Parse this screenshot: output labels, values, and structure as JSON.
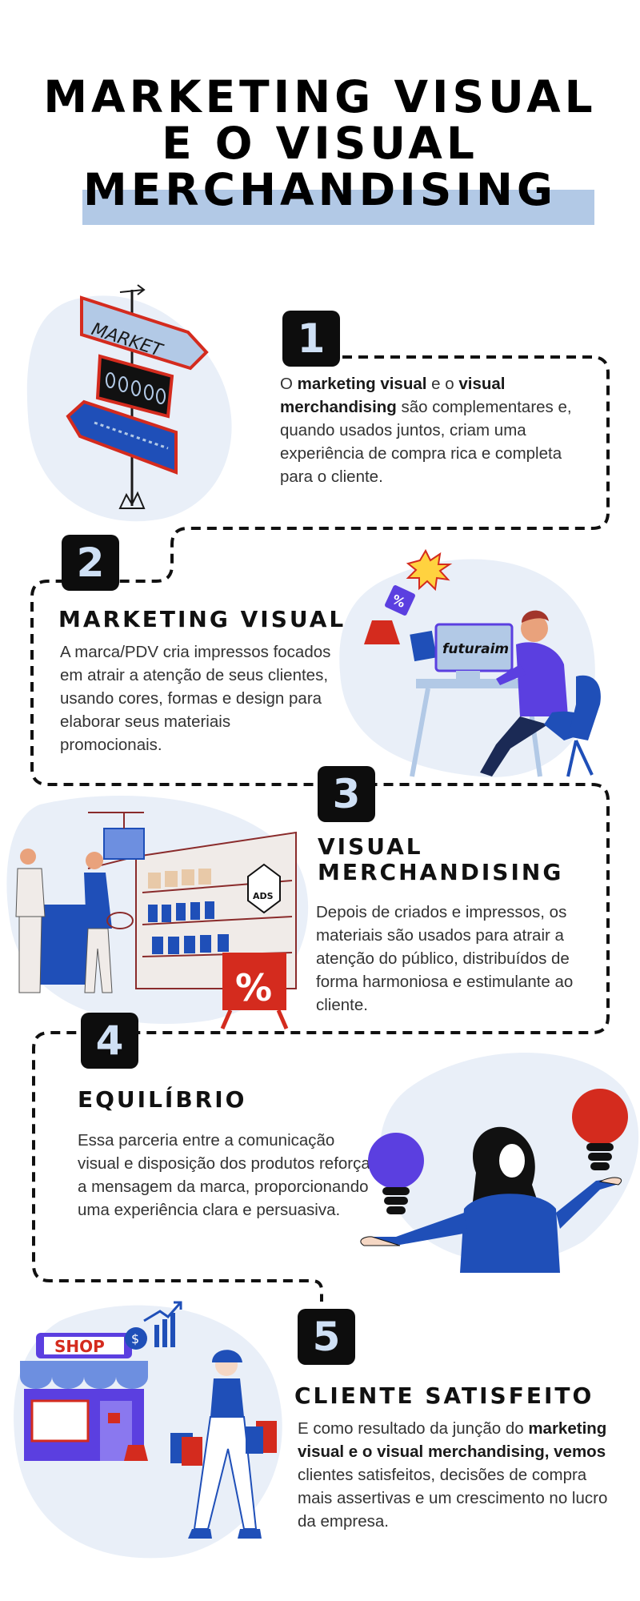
{
  "title": {
    "line1": "MARKETING VISUAL",
    "line2": "E O VISUAL",
    "line3": "MERCHANDISING"
  },
  "steps": [
    {
      "number": "1",
      "heading": "",
      "parts": [
        {
          "t": "O ",
          "b": false
        },
        {
          "t": "marketing visual",
          "b": true
        },
        {
          "t": " e o ",
          "b": false
        },
        {
          "t": "visual merchandising",
          "b": true
        },
        {
          "t": " são complementares e, quando usados juntos, criam uma experiência de compra rica e completa para o cliente.",
          "b": false
        }
      ]
    },
    {
      "number": "2",
      "heading": "MARKETING VISUAL",
      "parts": [
        {
          "t": "A marca/PDV cria impressos focados em atrair a atenção de seus clientes, usando cores, formas e design para elaborar seus materiais promocionais.",
          "b": false
        }
      ]
    },
    {
      "number": "3",
      "heading": "VISUAL MERCHANDISING",
      "parts": [
        {
          "t": "Depois de criados e impressos, os materiais são usados para atrair a atenção do público, distribuídos de forma harmoniosa e estimulante ao cliente.",
          "b": false
        }
      ]
    },
    {
      "number": "4",
      "heading": "EQUILÍBRIO",
      "parts": [
        {
          "t": "Essa parceria entre a comunicação visual e disposição dos produtos reforça a mensagem da marca, proporcionando uma experiência clara e persuasiva.",
          "b": false
        }
      ]
    },
    {
      "number": "5",
      "heading": "CLIENTE SATISFEITO",
      "parts": [
        {
          "t": "E como resultado da junção do ",
          "b": false
        },
        {
          "t": "marketing visual e o visual merchandising, vemos",
          "b": true
        },
        {
          "t": " clientes satisfeitos, decisões de compra mais assertivas e um crescimento no lucro da empresa.",
          "b": false
        }
      ]
    }
  ],
  "illustrations": {
    "market_sign": "MARKET",
    "screen_brand": "futuraim",
    "ads_badge": "ADS",
    "sale_sign": "%",
    "shop_sign": "SHOP"
  },
  "colors": {
    "accent_blue": "#b2c9e6",
    "number_box": "#0d0d0d",
    "number_text": "#cfe0f5",
    "blob": "#e9eff8",
    "royal_blue": "#1f4fb8",
    "purple": "#5b3fe0",
    "red": "#d42b1e"
  }
}
